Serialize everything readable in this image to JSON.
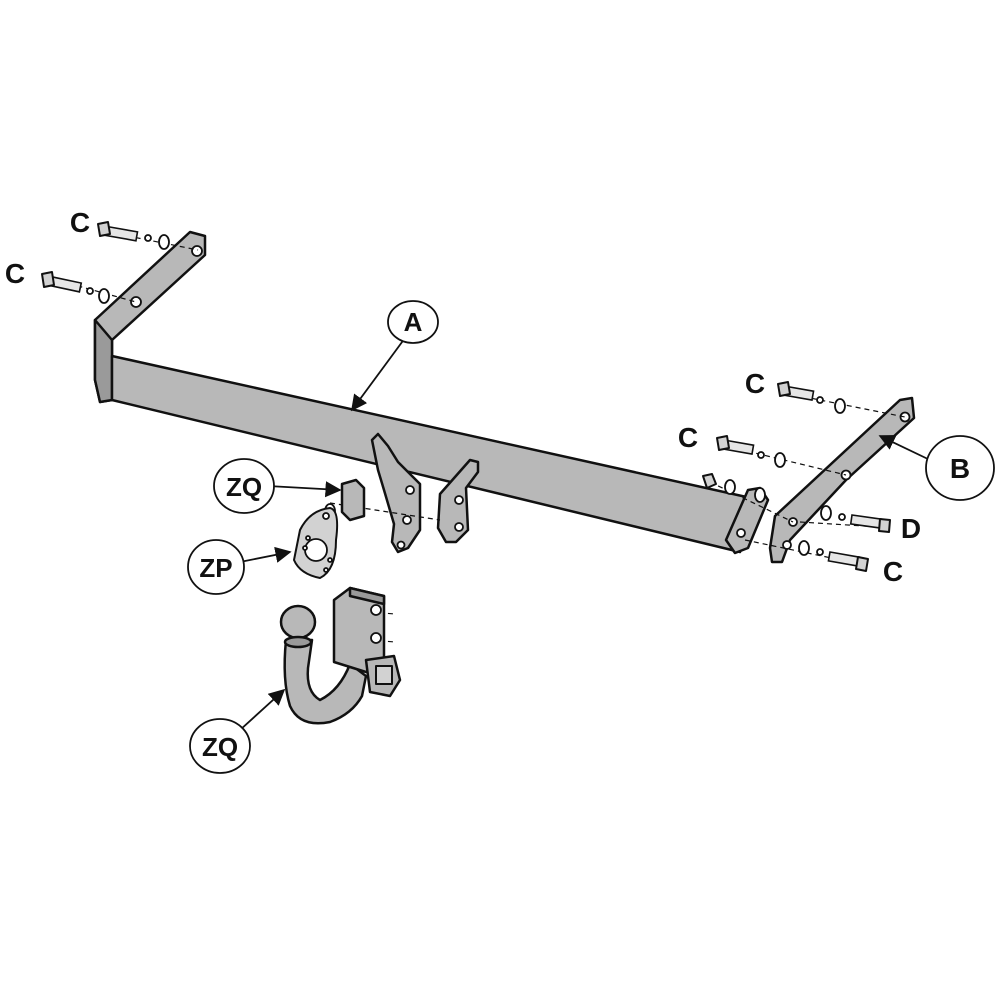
{
  "labels": {
    "A": "A",
    "B": "B",
    "C": "C",
    "D": "D",
    "ZQ": "ZQ",
    "ZP": "ZP"
  },
  "colors": {
    "steel": "#b8b8b8",
    "outline": "#111111",
    "background": "#ffffff"
  }
}
